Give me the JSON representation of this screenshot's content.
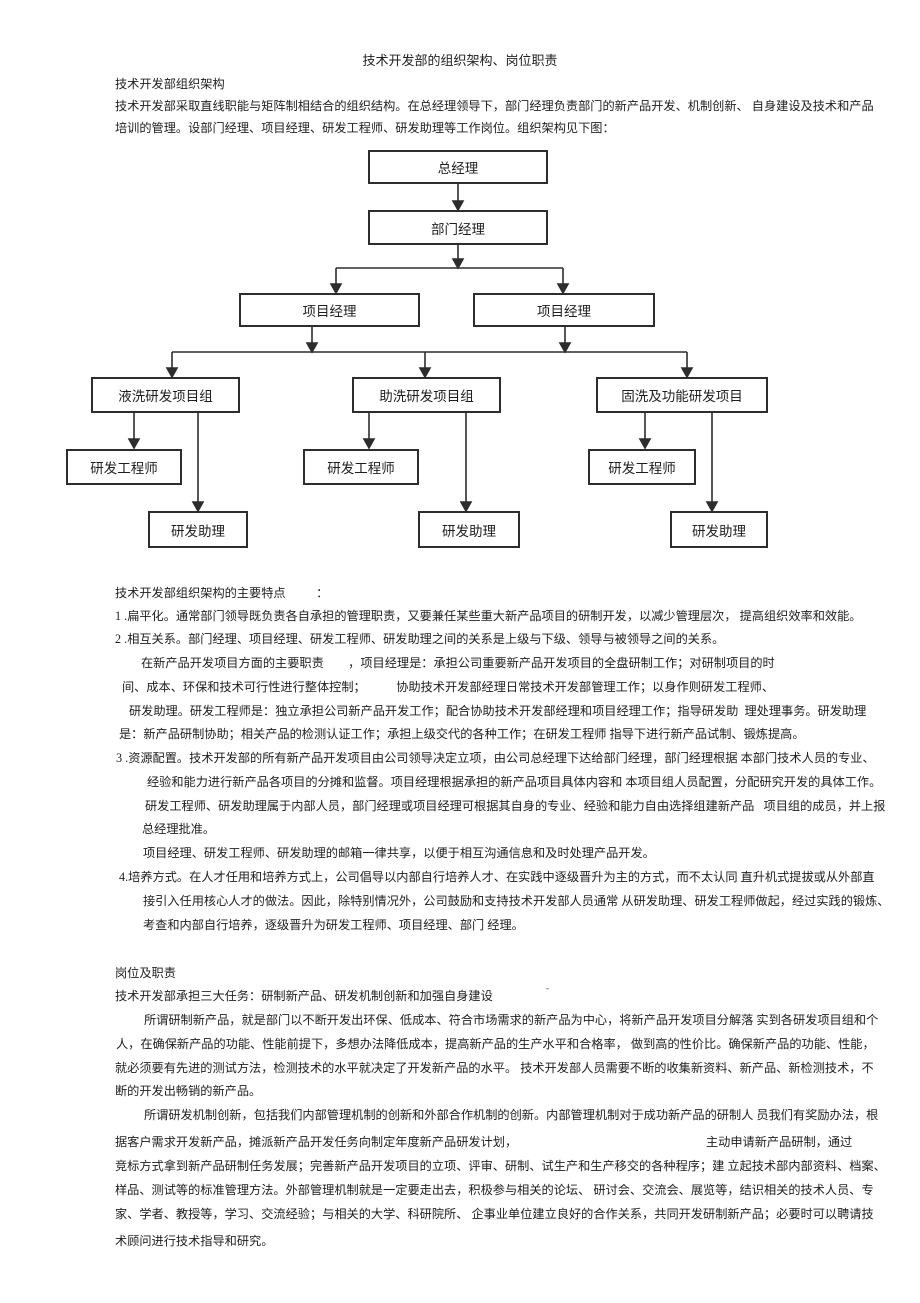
{
  "title": "技术开发部的组织架构、岗位职责",
  "org_chart": {
    "nodes": [
      "总经理",
      "部门经理",
      "项目经理",
      "项目经理",
      "液洗研发项目组",
      "助洗研发项目组",
      "固洗及功能研发项目",
      "研发工程师",
      "研发工程师",
      "研发工程师",
      "研发助理",
      "研发助理",
      "研发助理"
    ]
  },
  "document": {
    "stray_mark": "-",
    "lines": [
      "技术开发部组织架构",
      "技术开发部采取直线职能与矩阵制相结合的组织结构。在总经理领导下，部门经理负责部门的新产品开发、机制创新、 自身建设及技术和产品",
      "培训的管理。设部门经理、项目经理、研发工程师、研发助理等工作岗位。组织架构见下图：",
      "技术开发部组织架构的主要特点          ：",
      "1 .扁平化。通常部门领导既负责各自承担的管理职责，又要兼任某些重大新产品项目的研制开发，以减少管理层次， 提高组织效率和效能。",
      "2 .相互关系。部门经理、项目经理、研发工程师、研发助理之间的关系是上级与下级、领导与被领导之间的关系。",
      "在新产品开发项目方面的主要职责        ，项目经理是：承担公司重要新产品开发项目的全盘研制工作；对研制项目的时",
      "间、成本、环保和技术可行性进行整体控制；          协助技术开发部经理日常技术开发部管理工作；以身作则研发工程师、",
      "研发助理。研发工程师是：独立承担公司新产品开发工作；配合协助技术开发部经理和项目经理工作；指导研发助  理处理事务。研发助理",
      "是：新产品研制协助；相关产品的检测认证工作；承担上级交代的各种工作；在研发工程师 指导下进行新产品试制、锻炼提高。",
      "3 .资源配置。技术开发部的所有新产品开发项目由公司领导决定立项，由公司总经理下达给部门经理，部门经理根据 本部门技术人员的专业、",
      "经验和能力进行新产品各项目的分摊和监督。项目经理根据承担的新产品项目具体内容和 本项目组人员配置，分配研究开发的具体工作。",
      "研发工程师、研发助理属于内部人员，部门经理或项目经理可根据其自身的专业、经验和能力自由选择组建新产品   项目组的成员，并上报",
      "总经理批准。",
      "项目经理、研发工程师、研发助理的邮箱一律共享，以便于相互沟通信息和及时处理产品开发。",
      "4.培养方式。在人才任用和培养方式上，公司倡导以内部自行培养人才、在实践中逐级晋升为主的方式，而不太认同 直升机式提拔或从外部直",
      "接引入任用核心人才的做法。因此，除特别情况外，公司鼓励和支持技术开发部人员通常 从研发助理、研发工程师做起，经过实践的锻炼、",
      "考查和内部自行培养，逐级晋升为研发工程师、项目经理、部门 经理。",
      "岗位及职责",
      "技术开发部承担三大任务：研制新产品、研发机制创新和加强自身建设",
      "所谓研制新产品，就是部门以不断开发出环保、低成本、符合市场需求的新产品为中心，将新产品开发项目分解落 实到各研发项目组和个",
      "人，在确保新产品的功能、性能前提下，多想办法降低成本，提高新产品的生产水平和合格率， 做到高的性价比。确保新产品的功能、性能，",
      "就必须要有先进的测试方法，检测技术的水平就决定了开发新产品的水平。 技术开发部人员需要不断的收集新资料、新产品、新检测技术，不",
      "断的开发出畅销的新产品。",
      "所谓研发机制创新，包括我们内部管理机制的创新和外部合作机制的创新。内部管理机制对于成功新产品的研制人 员我们有奖励办法，根",
      "据客户需求开发新产品，摊派新产品开发任务向制定年度新产品研发计划，",
      "主动申请新产品研制，通过",
      "竞标方式拿到新产品研制任务发展；完善新产品开发项目的立项、评审、研制、试生产和生产移交的各种程序；建 立起技术部内部资料、档案、",
      "样品、测试等的标准管理方法。外部管理机制就是一定要走出去，积极参与相关的论坛、 研讨会、交流会、展览等，结识相关的技术人员、专",
      "家、学者、教授等，学习、交流经验；与相关的大学、科研院所、 企事业单位建立良好的合作关系，共同开发研制新产品；必要时可以聘请技",
      "术顾问进行技术指导和研究。"
    ]
  },
  "colors": {
    "text": "#1e1e1e",
    "background": "#ffffff",
    "box_border": "#2d2d2d"
  }
}
